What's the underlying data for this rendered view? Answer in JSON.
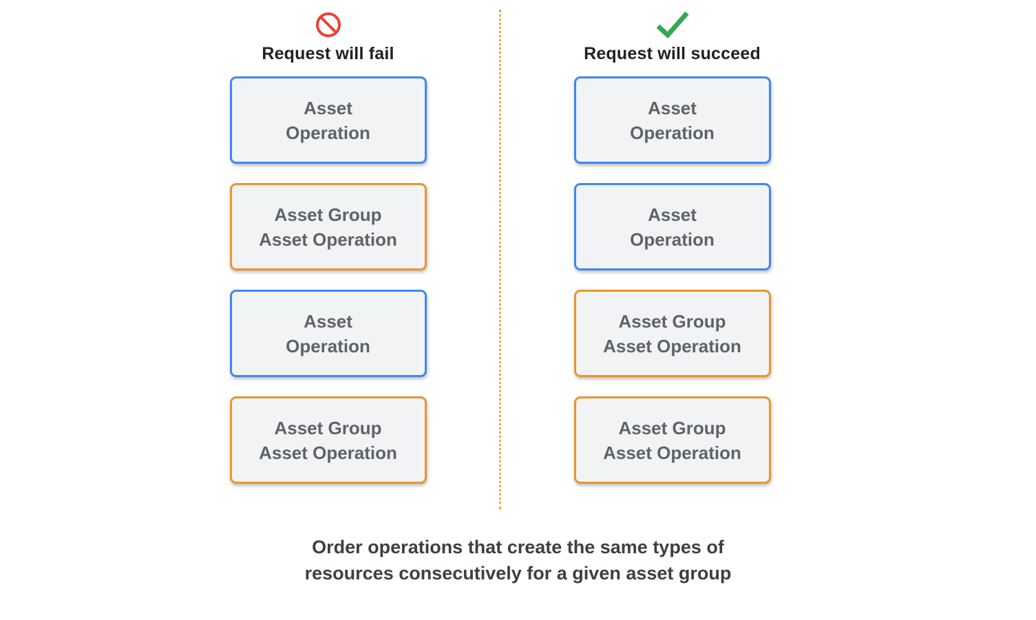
{
  "columns": [
    {
      "id": "fail",
      "icon": "prohibition-icon",
      "title": "Request will fail",
      "boxes": [
        {
          "type": "asset-operation",
          "line1": "Asset",
          "line2": "Operation"
        },
        {
          "type": "asset-group-asset-operation",
          "line1": "Asset Group",
          "line2": "Asset Operation"
        },
        {
          "type": "asset-operation",
          "line1": "Asset",
          "line2": "Operation"
        },
        {
          "type": "asset-group-asset-operation",
          "line1": "Asset Group",
          "line2": "Asset Operation"
        }
      ]
    },
    {
      "id": "succeed",
      "icon": "checkmark-icon",
      "title": "Request will succeed",
      "boxes": [
        {
          "type": "asset-operation",
          "line1": "Asset",
          "line2": "Operation"
        },
        {
          "type": "asset-operation",
          "line1": "Asset",
          "line2": "Operation"
        },
        {
          "type": "asset-group-asset-operation",
          "line1": "Asset Group",
          "line2": "Asset Operation"
        },
        {
          "type": "asset-group-asset-operation",
          "line1": "Asset Group",
          "line2": "Asset Operation"
        }
      ]
    }
  ],
  "caption": {
    "line1": "Order operations that create the same types of",
    "line2": "resources consecutively for a given asset group"
  },
  "colors": {
    "asset_operation_border": "#4285f4",
    "asset_group_asset_operation_border": "#e8962d",
    "box_background": "#f1f3f4",
    "box_text": "#5f6368",
    "fail_icon": "#e94235",
    "success_icon": "#34a853",
    "divider_dots": "#f0a64a"
  }
}
